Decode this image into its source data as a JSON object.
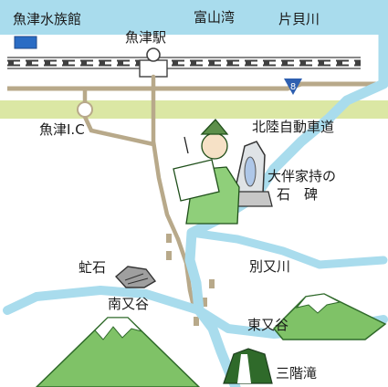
{
  "labels": {
    "aquarium": "魚津水族館",
    "bay": "富山湾",
    "katakai": "片貝川",
    "station": "魚津駅",
    "route_number": "8",
    "interchange": "魚津I.C",
    "expressway": "北陸自動車道",
    "stone_monument_line1": "大伴家持の",
    "stone_monument_line2": "石　碑",
    "betsumata": "別又川",
    "mizuchi_stone": "虻石",
    "minami_matadani": "南又谷",
    "higashi_matadani": "東又谷",
    "sankai_falls": "三階滝"
  },
  "colors": {
    "water": "#a9dced",
    "expressway": "#dbe7a4",
    "road": "#b8a98a",
    "railway": "#404040",
    "route_sign": "#2e5fb0",
    "aquarium_marker": "#2a6cc4",
    "mountain_green": "#7fc267",
    "mountain_dark": "#2f6a2a",
    "mountain_snow": "#ffffff"
  },
  "icons": [
    "aquarium-marker-icon",
    "station-circle-icon",
    "route-sign-icon",
    "interchange-circle-icon",
    "poet-figure-icon",
    "stone-monument-icon",
    "rock-icon",
    "mountain-icon",
    "waterfall-icon"
  ]
}
